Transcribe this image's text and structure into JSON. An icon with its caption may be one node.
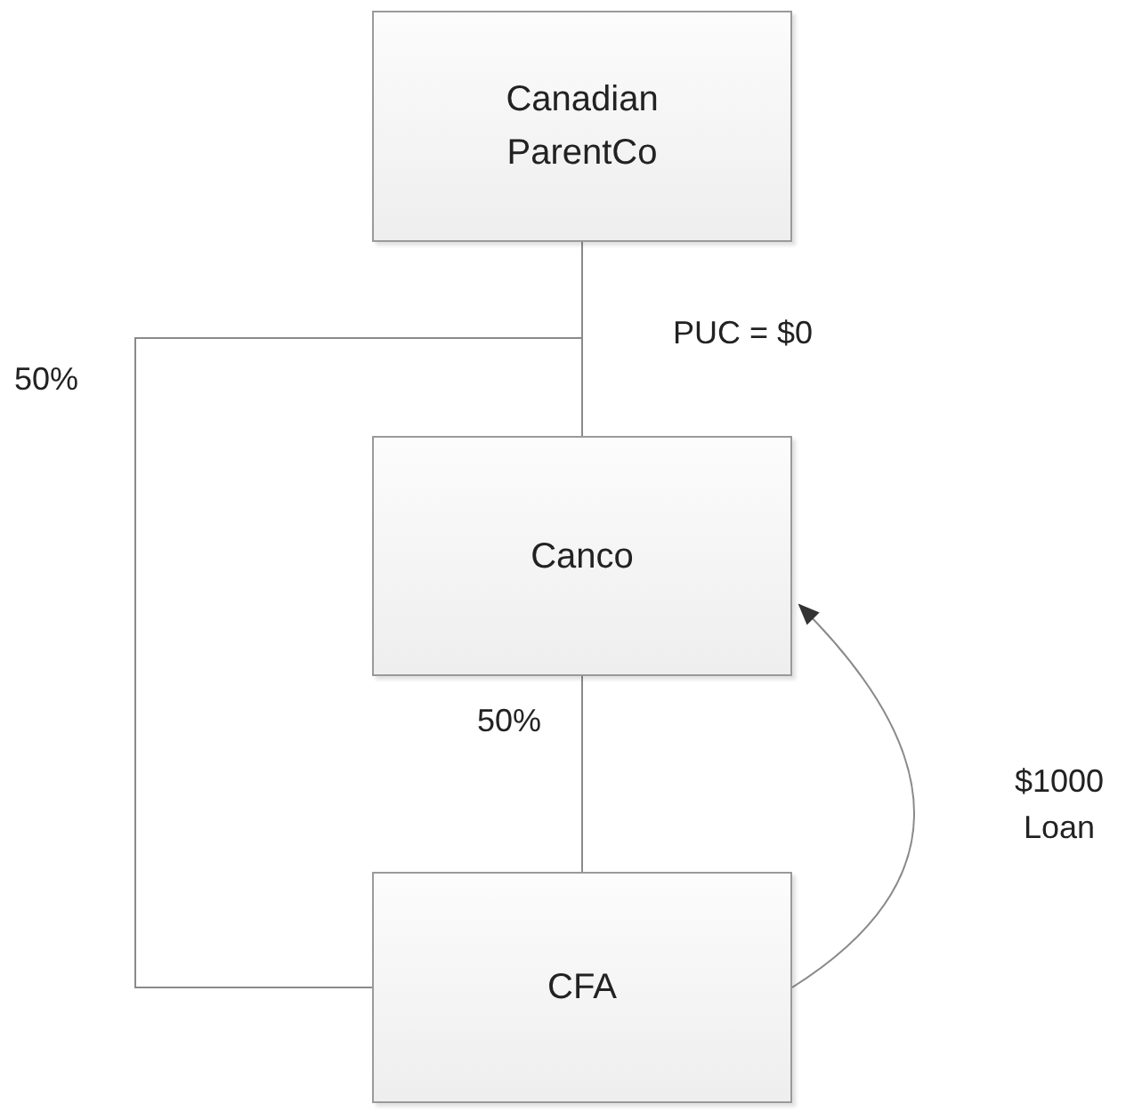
{
  "diagram": {
    "nodes": [
      {
        "text": [
          "Canadian ParentCo"
        ]
      },
      {
        "text": [
          "Canco"
        ]
      },
      {
        "text": [
          "CFA"
        ]
      }
    ],
    "edges": [
      {
        "from": 0,
        "to": 1,
        "arrow": "none",
        "label": "PUC = $0"
      },
      {
        "from": 0,
        "to": 2,
        "arrow": "none",
        "label": "50%"
      },
      {
        "from": 1,
        "to": 2,
        "arrow": "none",
        "label": "50%"
      },
      {
        "from": 2,
        "to": 1,
        "arrow": "to",
        "label": "$1000 Loan"
      }
    ]
  }
}
